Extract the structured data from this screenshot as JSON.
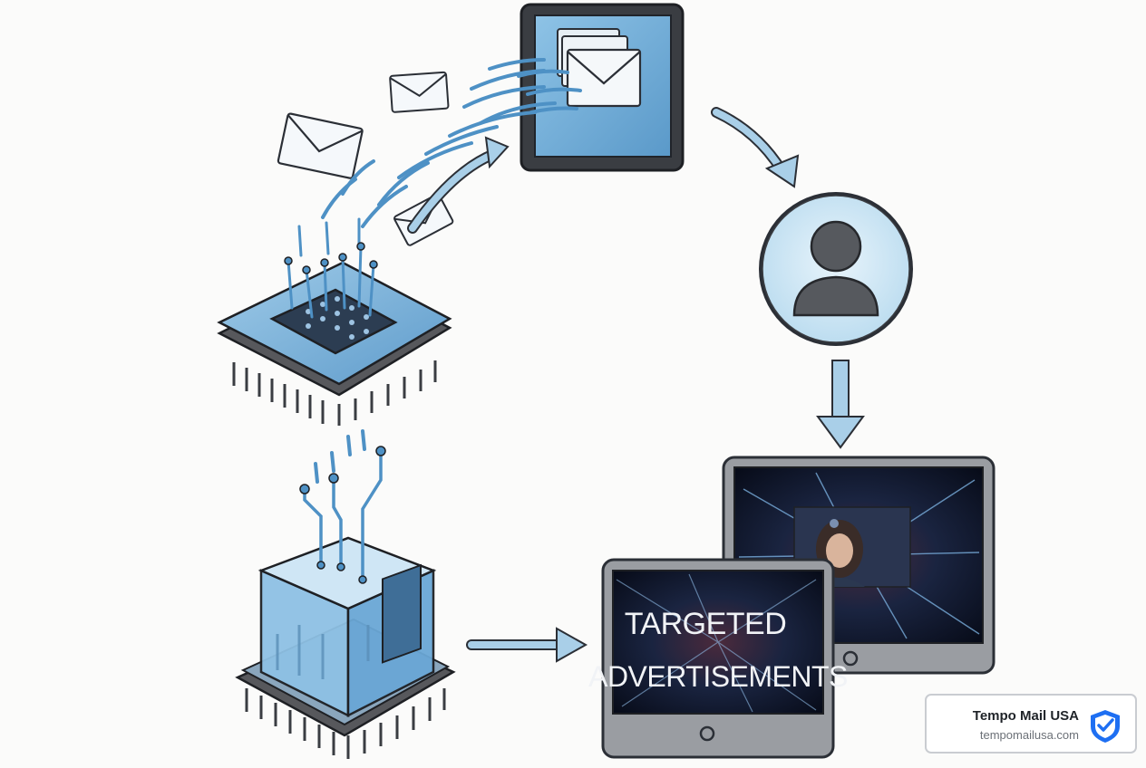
{
  "illustration": {
    "ad_screen_line1": "TARGETED",
    "ad_screen_line2": "ADVERTISEMENTS"
  },
  "badge": {
    "title": "Tempo Mail USA",
    "url": "tempomailusa.com",
    "icon": "shield-check-icon"
  },
  "colors": {
    "accent_blue": "#5b9cd0",
    "light_blue": "#a9cfe8",
    "outline": "#2b2f36",
    "device_frame": "#6a6e74",
    "badge_blue": "#1e6ff2"
  }
}
